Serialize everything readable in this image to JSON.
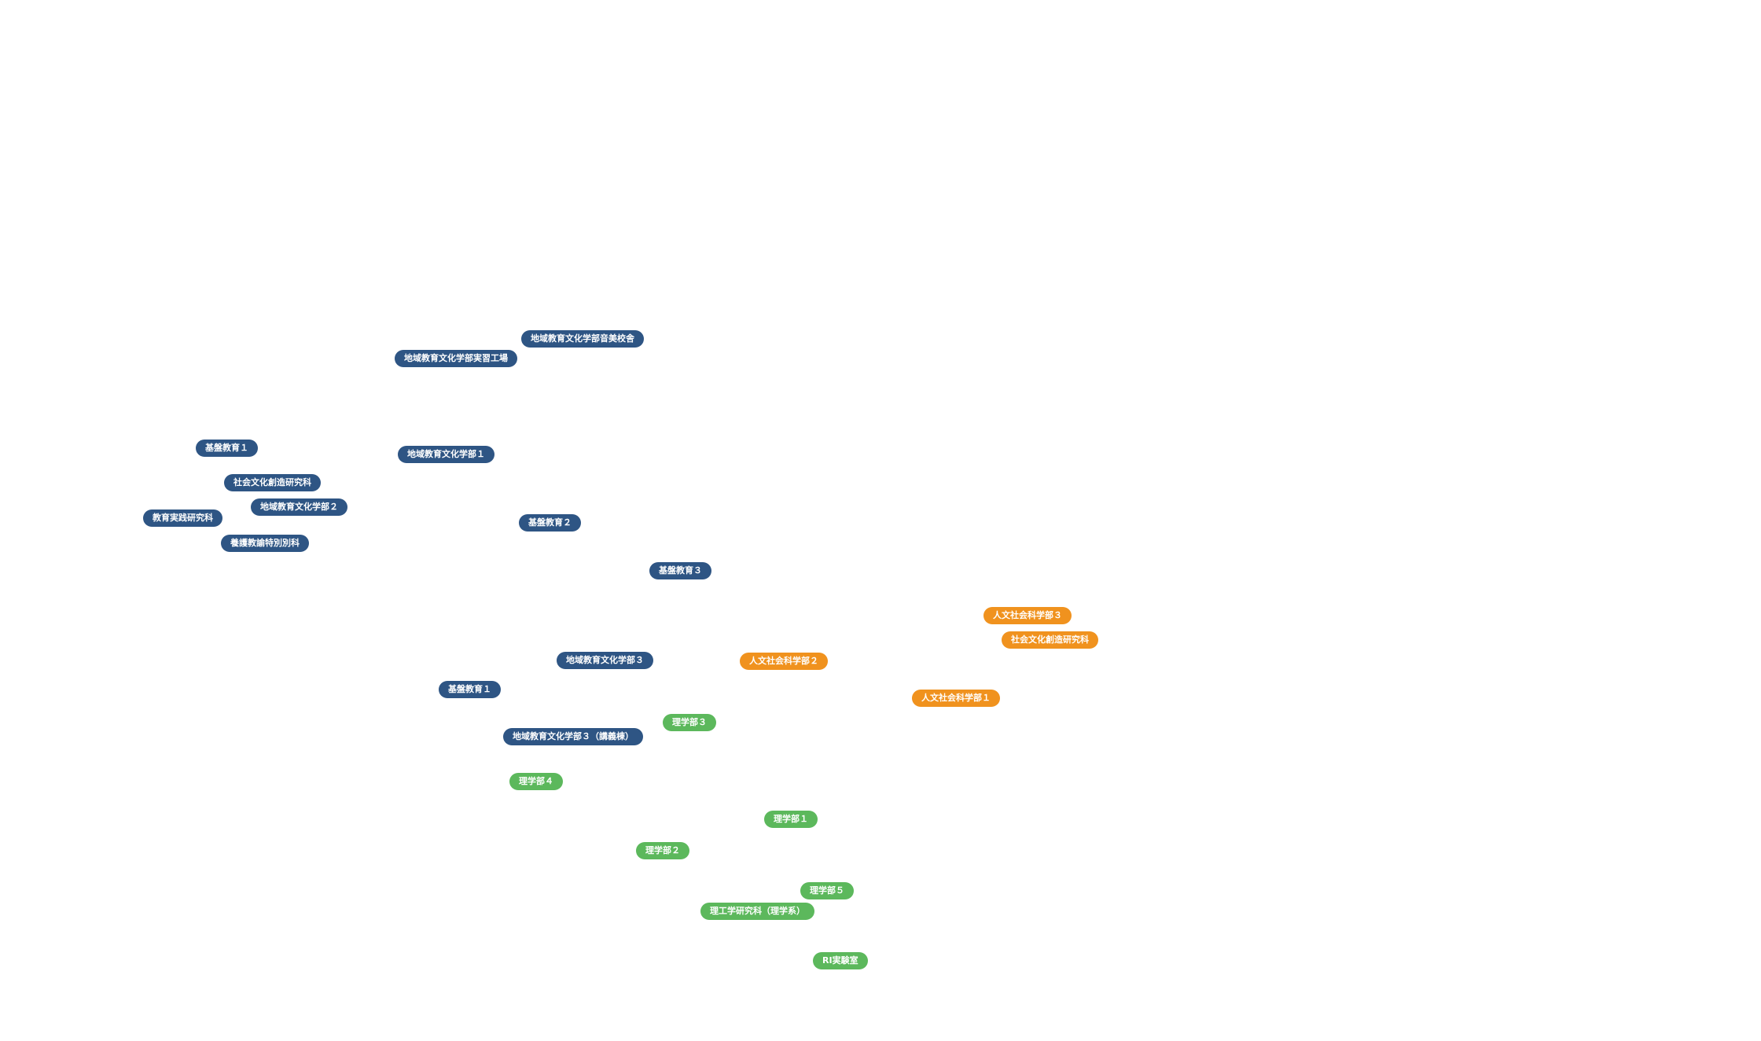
{
  "colors": {
    "blue": "#2e5584",
    "orange": "#f0921e",
    "green": "#5cb85c"
  },
  "markers": [
    {
      "label": "地域教育文化学部音美校舎",
      "color": "blue"
    },
    {
      "label": "地域教育文化学部実習工場",
      "color": "blue"
    },
    {
      "label": "基盤教育１",
      "color": "blue"
    },
    {
      "label": "地域教育文化学部１",
      "color": "blue"
    },
    {
      "label": "社会文化創造研究科",
      "color": "blue"
    },
    {
      "label": "地域教育文化学部２",
      "color": "blue"
    },
    {
      "label": "教育実践研究科",
      "color": "blue"
    },
    {
      "label": "養護教諭特別別科",
      "color": "blue"
    },
    {
      "label": "基盤教育２",
      "color": "blue"
    },
    {
      "label": "基盤教育３",
      "color": "blue"
    },
    {
      "label": "人文社会科学部３",
      "color": "orange"
    },
    {
      "label": "社会文化創造研究科",
      "color": "orange"
    },
    {
      "label": "地域教育文化学部３",
      "color": "blue"
    },
    {
      "label": "人文社会科学部２",
      "color": "orange"
    },
    {
      "label": "基盤教育１",
      "color": "blue"
    },
    {
      "label": "人文社会科学部１",
      "color": "orange"
    },
    {
      "label": "理学部３",
      "color": "green"
    },
    {
      "label": "地域教育文化学部３（講義棟）",
      "color": "blue"
    },
    {
      "label": "理学部４",
      "color": "green"
    },
    {
      "label": "理学部１",
      "color": "green"
    },
    {
      "label": "理学部２",
      "color": "green"
    },
    {
      "label": "理学部５",
      "color": "green"
    },
    {
      "label": "理工学研究科（理学系）",
      "color": "green"
    },
    {
      "label": "RI実験室",
      "color": "green"
    }
  ]
}
